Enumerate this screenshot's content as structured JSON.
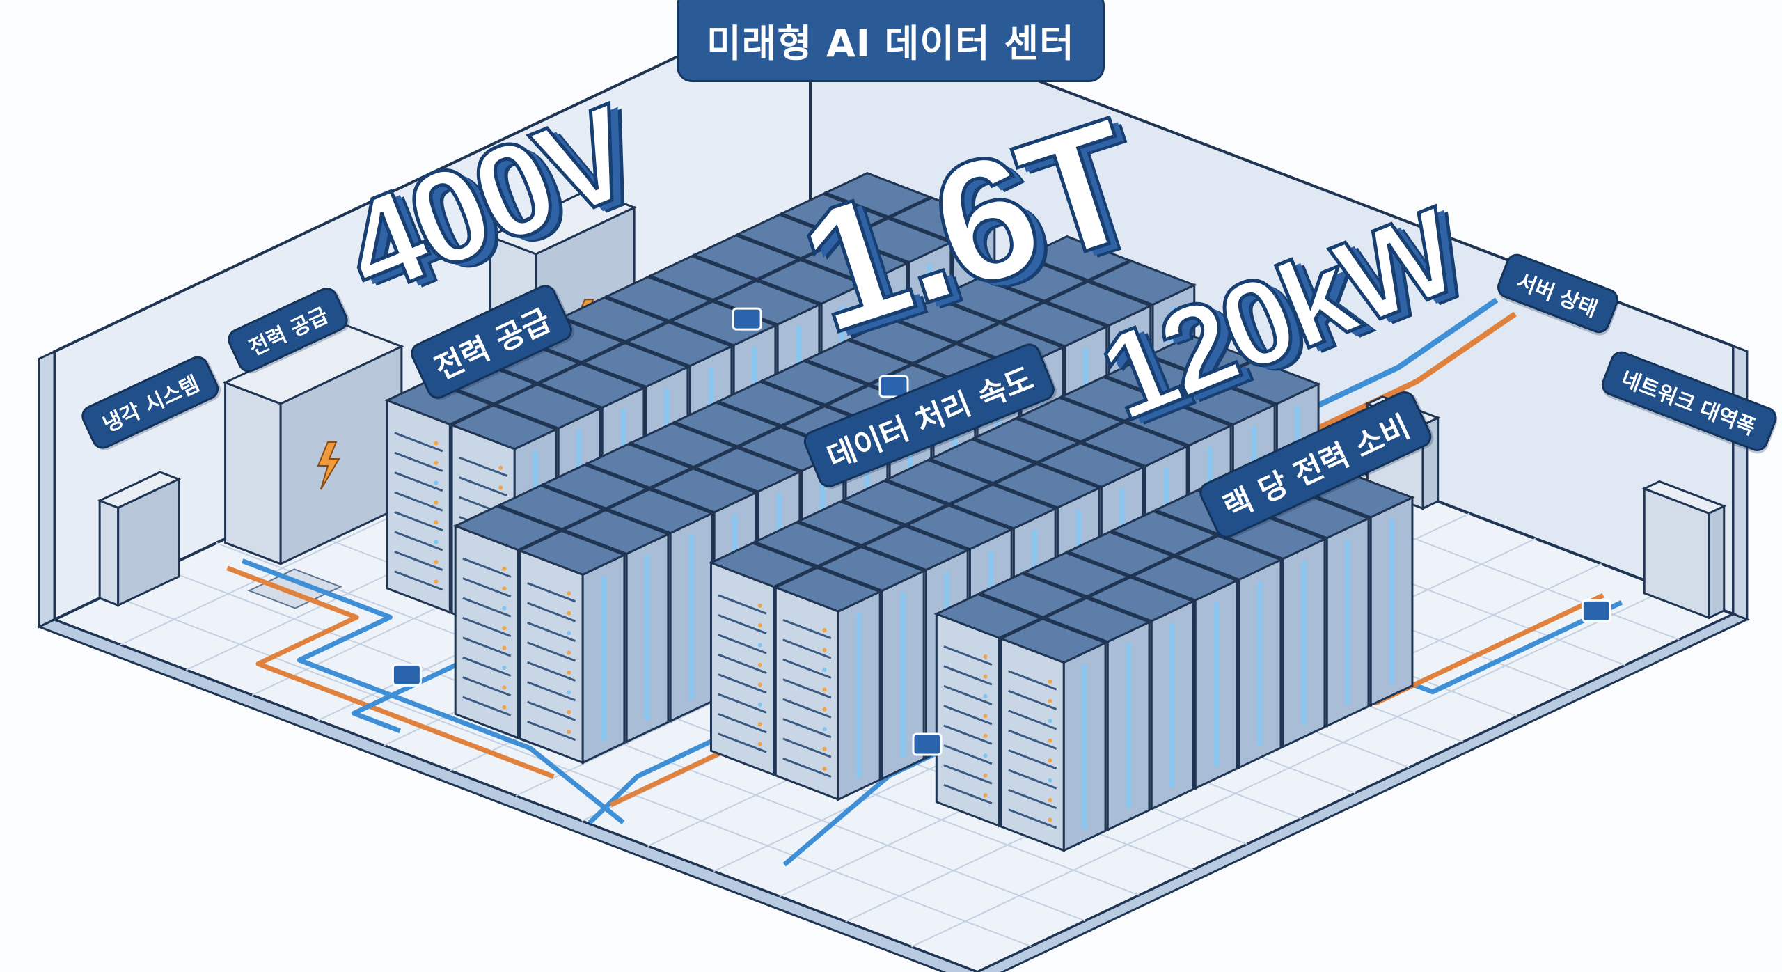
{
  "title": "미래형 AI 데이터 센터",
  "metrics": [
    {
      "value": "400V",
      "label": "전력 공급"
    },
    {
      "value": "1.6T",
      "label": "데이터 처리 속도"
    },
    {
      "value": "120kW",
      "label": "랙 당 전력 소비"
    }
  ],
  "wall_labels": {
    "left": [
      "냉각 시스템",
      "전력 공급"
    ],
    "right": [
      "서버 상태",
      "네트워크 대역폭"
    ]
  },
  "icons": [
    "lightning-icon",
    "server-rack",
    "chat-bubble-icon",
    "monitor-chart-icon"
  ],
  "colors": {
    "label_bg": "#214f8a",
    "cable_blue": "#3e8fd6",
    "cable_orange": "#e0823d",
    "rack": "#c9d6e6",
    "floor": "#eef3f9"
  }
}
